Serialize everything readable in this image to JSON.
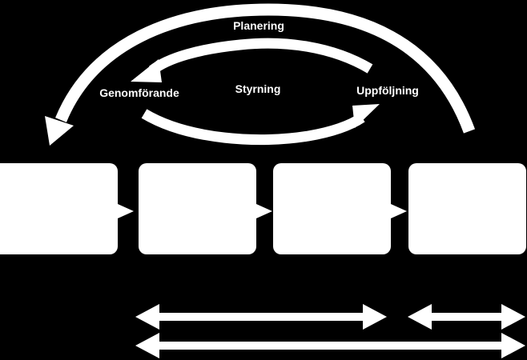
{
  "labels": {
    "planering": "Planering",
    "genomforande": "Genomförande",
    "styrning": "Styrning",
    "uppfoljning": "Uppföljning"
  },
  "process_boxes": [
    {
      "label": ""
    },
    {
      "label": ""
    },
    {
      "label": ""
    },
    {
      "label": ""
    }
  ],
  "colors": {
    "background": "#000000",
    "foreground": "#ffffff"
  }
}
